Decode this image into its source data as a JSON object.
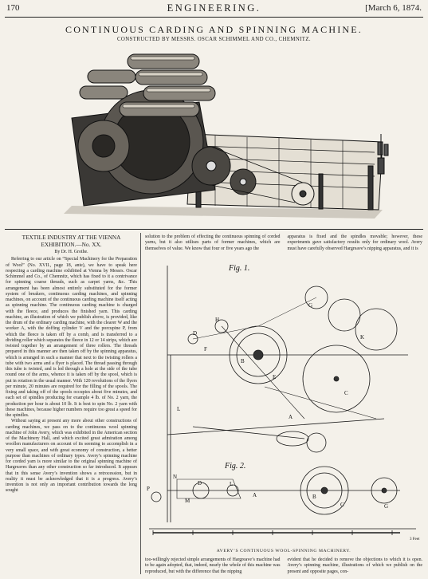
{
  "header": {
    "page_number": "170",
    "journal": "ENGINEERING.",
    "date": "[March 6, 1874."
  },
  "article": {
    "title": "CONTINUOUS CARDING AND SPINNING MACHINE.",
    "subtitle": "CONSTRUCTED BY MESSRS. OSCAR SCHIMMEL AND CO., CHEMNITZ.",
    "section_heading": "TEXTILE INDUSTRY AT THE VIENNA EXHIBITION.—No. XX.",
    "byline": "By Dr. H. Grothe.",
    "column1": [
      "Referring to our article on “Special Machinery for the Preparation of Wool” (No. XVII., page 18, ante), we have to speak here respecting a carding machine exhibited at Vienna by Messrs. Oscar Schimmel and Co., of Chemnitz, which has fixed to it a contrivance for spinning coarse threads, such as carpet yarns, &c. This arrangement has been almost entirely substituted for the former system of breakers, continuous carding machines, and spinning machines, on account of the continuous carding machine itself acting as spinning machine. The continuous carding machine is charged with the fleece, and produces the finished yarn. This carding machine, an illustration of which we publish above, is provided, like the drum of the ordinary carding machine, with the clearer W and the worker A, with the doffing cylinder V and the porcupine P, from which the fleece is taken off by a comb, and is transferred to a dividing roller which separates the fleece in 12 or 14 strips, which are twisted together by an arrangement of three rollers. The threads prepared in this manner are then taken off by the spinning apparatus, which is arranged in such a manner that next to the twisting rollers a tube with two arms and a flyer is placed. The thread passing through this tube is twisted, and is led through a hole at the side of the tube round one of the arms, whence it is taken off by the spool, which is put in rotation in the usual manner. With 120 revolutions of the flyers per minute, 20 minutes are required for the filling of the spools. The fixing and taking off of the spools occupies about five minutes, and each set of spindles producing for example 4 lb. of No. 2 yarn, the production per hour is about 10 lb. It is best to spin No. 2 yarn with these machines, because higher numbers require too great a speed for the spindles.",
      "Without saying at present any more about other constructions of carding machines, we pass on to the continuous wool spinning machine of John Avery, which was exhibited in the American section of the Machinery Hall, and which excited great admiration among woollen manufacturers on account of its seeming to accomplish in a very small space, and with great economy of construction, a better purpose than machines of ordinary types. Avery’s spinning machine for corded yarn is more similar to the original spinning machine of Hargreaves than any other construction so far introduced. It appears that in this sense Avery’s invention shows a retrocession, but in reality it must be acknowledged that it is a progress. Avery’s invention is not only an important contribution towards the long sought"
    ],
    "column2_top": "solution to the problem of effecting the continuous spinning of corded yarns, but it also utilises parts of former machines, which are themselves of value. We know that four or five years ago the",
    "column3_top": "apparatus is fixed and the spindles movable; however, these experiments gave satisfactory results only for ordinary wool. Avery must have carefully observed Hargreave’s nipping apparatus, and it is",
    "column2_bottom": "too-willingly rejected simple arrangements of Hargreave’s machine had to be again adopted, that, indeed, nearly the whole of this machine was reproduced, but with the difference that the nipping",
    "column3_bottom": "evident that he decided to remove the objections to which it is open. Avery’s spinning machine, illustrations of which we publish on the present and opposite pages, con-"
  },
  "figures": {
    "fig1_label": "Fig. 1.",
    "fig2_label": "Fig. 2.",
    "caption": "AVERY’S CONTINUOUS WOOL-SPINNING MACHINERY.",
    "scale_label": "3 Feet",
    "letters_fig1": [
      "A",
      "B",
      "C",
      "D",
      "E",
      "F",
      "G",
      "H",
      "K",
      "L"
    ],
    "letters_fig2": [
      "A",
      "B",
      "C",
      "D",
      "G",
      "L",
      "M",
      "N",
      "P"
    ]
  }
}
